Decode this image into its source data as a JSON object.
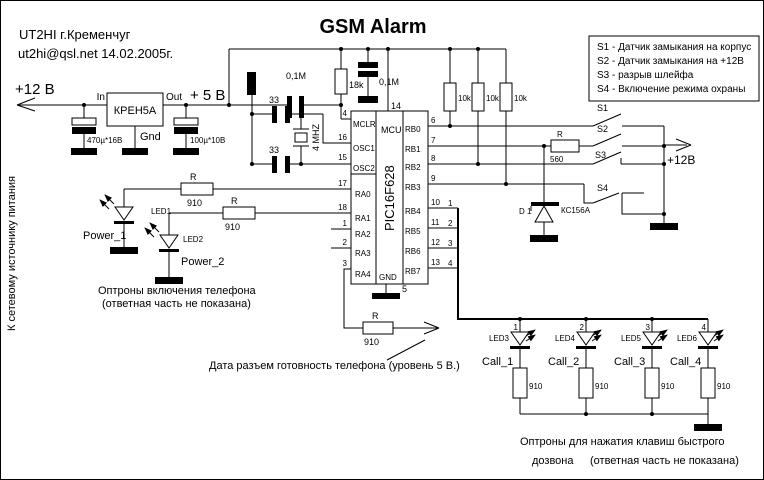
{
  "header": {
    "callsign": "UT2HI   г.Кременчуг",
    "email_date": "ut2hi@qsl.net   14.02.2005г.",
    "title": "GSM Alarm"
  },
  "legend": {
    "s1": "S1 - Датчик замыкания на корпус",
    "s2": "S2 - Датчик замыкания на +12В",
    "s3": "S3 - разрыв шлейфа",
    "s4": "S4 - Включение режима охраны"
  },
  "power": {
    "v12": "+12 В",
    "v5": "+ 5 В",
    "regulator": "КРЕН5А",
    "pin_in": "In",
    "pin_out": "Out",
    "pin_gnd": "Gnd",
    "cap_in": "470µ*16В",
    "cap_out": "100µ*10В",
    "mains_note": "К сетевому источнику питания"
  },
  "osc": {
    "cap_top": "33",
    "cap_bottom": "33",
    "crystal": "4 MHZ",
    "r_mclr": "18k",
    "cap_mclr": "0,1M",
    "cap_vdd": "0,1M"
  },
  "mcu": {
    "label": "MCU",
    "part": "PIC16F628",
    "gnd": "GND",
    "pin14": "14",
    "pin5": "5",
    "left": [
      {
        "num": "4",
        "name": "MCLR"
      },
      {
        "num": "16",
        "name": "OSC1"
      },
      {
        "num": "15",
        "name": "OSC2"
      },
      {
        "num": "17",
        "name": "RA0"
      },
      {
        "num": "18",
        "name": "RA1"
      },
      {
        "num": "1",
        "name": "RA2"
      },
      {
        "num": "2",
        "name": "RA3"
      },
      {
        "num": "3",
        "name": "RA4"
      }
    ],
    "right": [
      {
        "num": "6",
        "name": "RB0"
      },
      {
        "num": "7",
        "name": "RB1"
      },
      {
        "num": "8",
        "name": "RB2"
      },
      {
        "num": "9",
        "name": "RB3"
      },
      {
        "num": "10",
        "name": "RB4",
        "bus": "1"
      },
      {
        "num": "11",
        "name": "RB5",
        "bus": "2"
      },
      {
        "num": "12",
        "name": "RB6",
        "bus": "3"
      },
      {
        "num": "13",
        "name": "RB7",
        "bus": "4"
      }
    ]
  },
  "phone_leds": {
    "r_label": "R",
    "r1": "910",
    "r2": "910",
    "led1": "LED1",
    "led2": "LED2",
    "power1": "Power_1",
    "power2": "Power_2",
    "caption1": "Оптроны включения телефона",
    "caption2": "(ответная часть не показана)"
  },
  "data_line": {
    "r_label": "R",
    "r": "910",
    "note": "Дата разъем готовность телефона (уровень 5 В.)"
  },
  "sensors": {
    "r10k_1": "10k",
    "r10k_2": "10k",
    "r10k_3": "10k",
    "r_label": "R",
    "r560": "560",
    "s1": "S1",
    "s2": "S2",
    "s3": "S3",
    "s4": "S4",
    "v12": "+12В",
    "d1": "D 1",
    "d1_part": "КС156А"
  },
  "call_leds": {
    "bus": [
      "1",
      "2",
      "3",
      "4"
    ],
    "items": [
      {
        "led": "LED3",
        "call": "Call_1",
        "r": "910"
      },
      {
        "led": "LED4",
        "call": "Call_2",
        "r": "910"
      },
      {
        "led": "LED5",
        "call": "Call_3",
        "r": "910"
      },
      {
        "led": "LED6",
        "call": "Call_4",
        "r": "910"
      }
    ],
    "caption1": "Оптроны для нажатия клавиш быстрого",
    "caption2": "дозвона",
    "caption3": "(ответная часть не показана)"
  },
  "colors": {
    "ink": "#000000",
    "paper": "#ffffff"
  }
}
